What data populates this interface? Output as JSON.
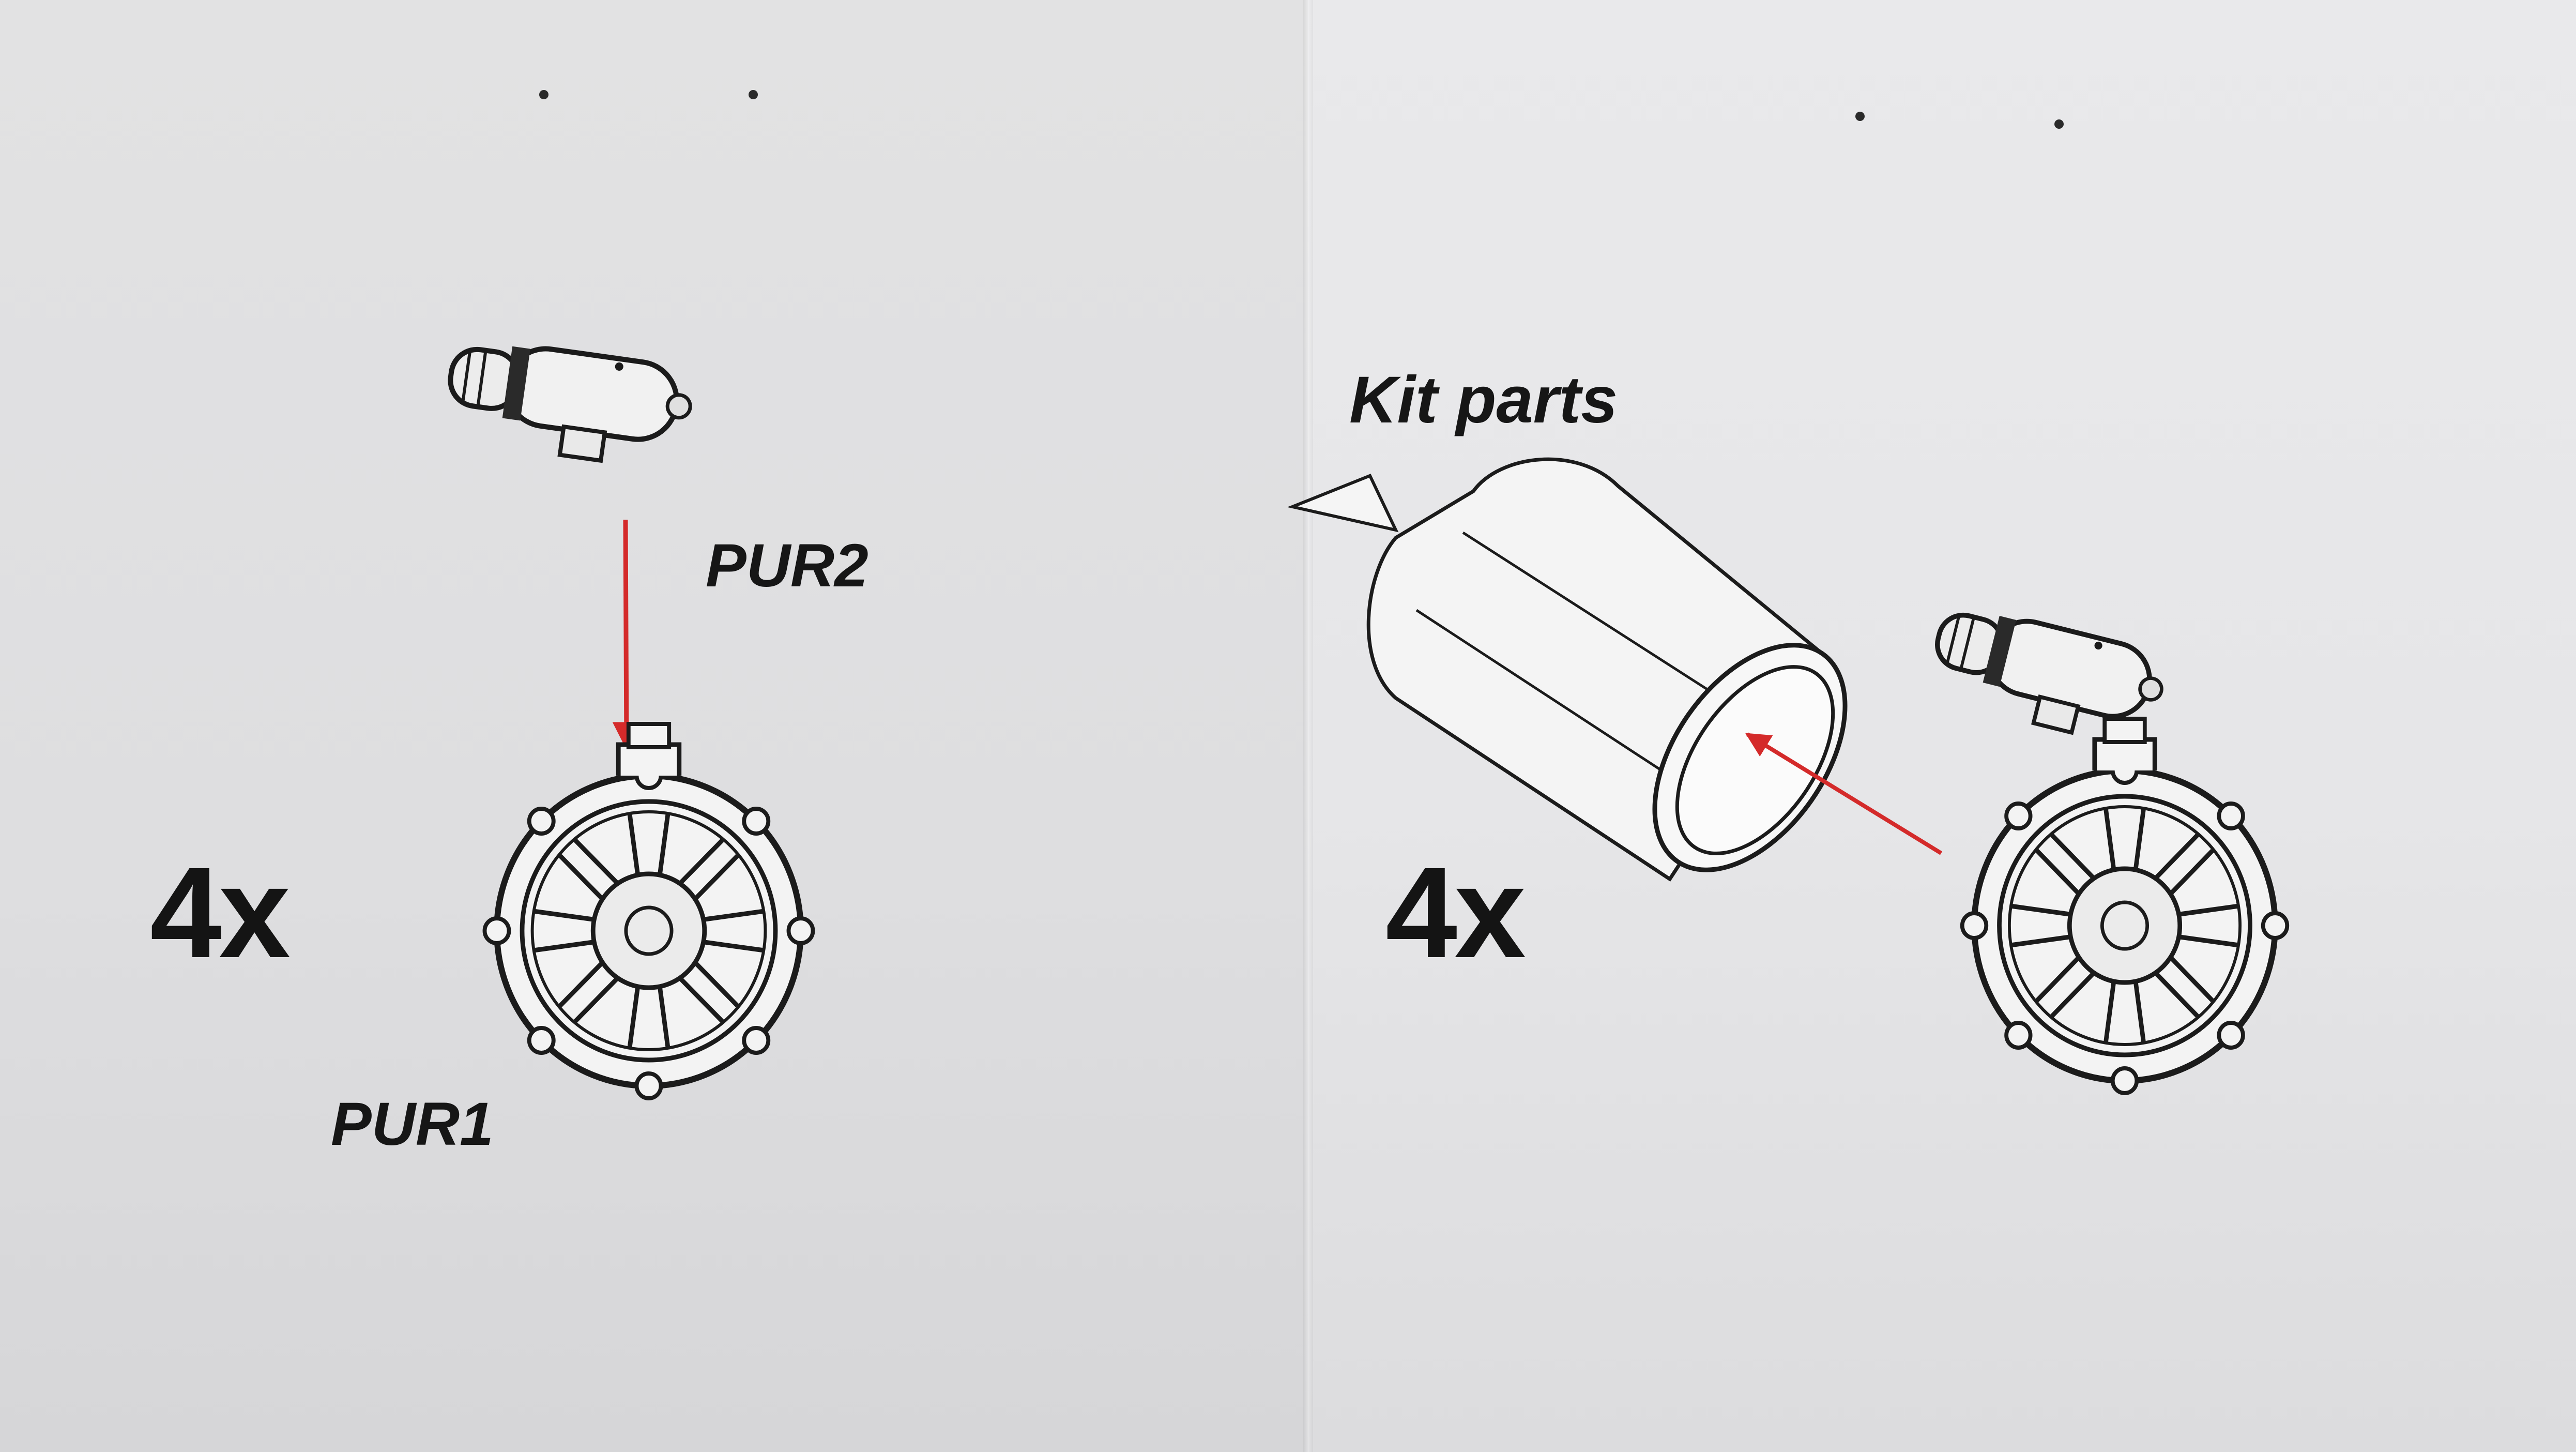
{
  "instruction_sheet": {
    "step_left": {
      "quantity": "4x",
      "part_top_label": "PUR2",
      "part_bottom_label": "PUR1"
    },
    "step_right": {
      "quantity": "4x",
      "callout_label": "Kit parts"
    }
  },
  "colors": {
    "arrow": "#d42a2a",
    "line_art": "#1b1b1b",
    "paper": "#e4e4e6"
  },
  "icons": [
    "cylinder-part-icon",
    "wheel-hub-icon",
    "tube-sleeve-icon",
    "assembly-arrow-icon"
  ]
}
